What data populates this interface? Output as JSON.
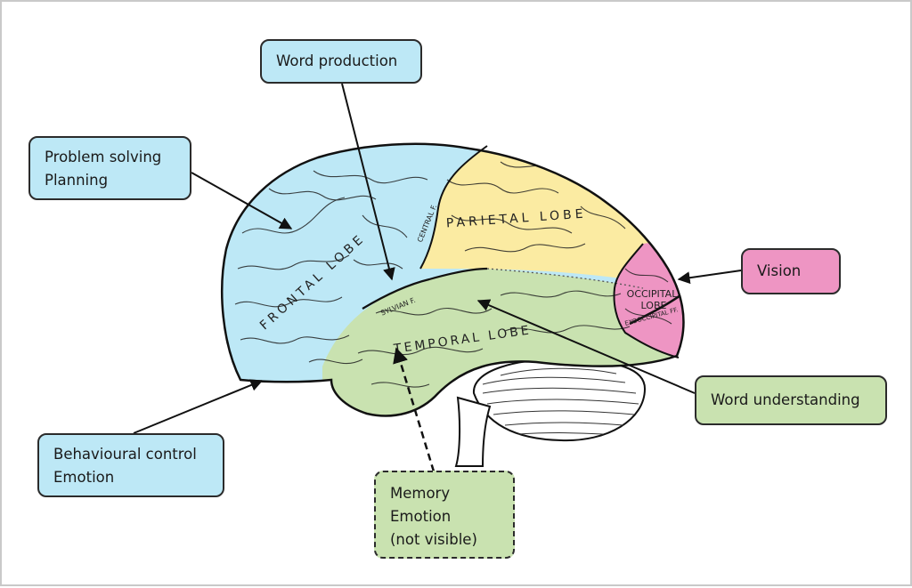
{
  "callouts": {
    "word_production": "Word production",
    "problem_solving": [
      "Problem solving",
      "Planning"
    ],
    "vision": "Vision",
    "word_understanding": "Word understanding",
    "behavioural": [
      "Behavioural control",
      "Emotion"
    ],
    "memory": [
      "Memory",
      "Emotion",
      "(not visible)"
    ]
  },
  "lobes": {
    "frontal": "FRONTAL LOBE",
    "parietal": "PARIETAL LOBE",
    "temporal": "TEMPORAL LOBE",
    "occipital": [
      "OCCIPITAL",
      "LOBE"
    ]
  },
  "fissures": {
    "central": "CENTRAL F.",
    "sylvian": "SYLVIAN F.",
    "exooccipital": "EXOOCCIPITAL FF."
  },
  "colors": {
    "frontal": "#bde8f6",
    "parietal": "#fbeba2",
    "temporal": "#c9e2b0",
    "occipital": "#ee95c3",
    "cerebellum": "#ffffff"
  }
}
